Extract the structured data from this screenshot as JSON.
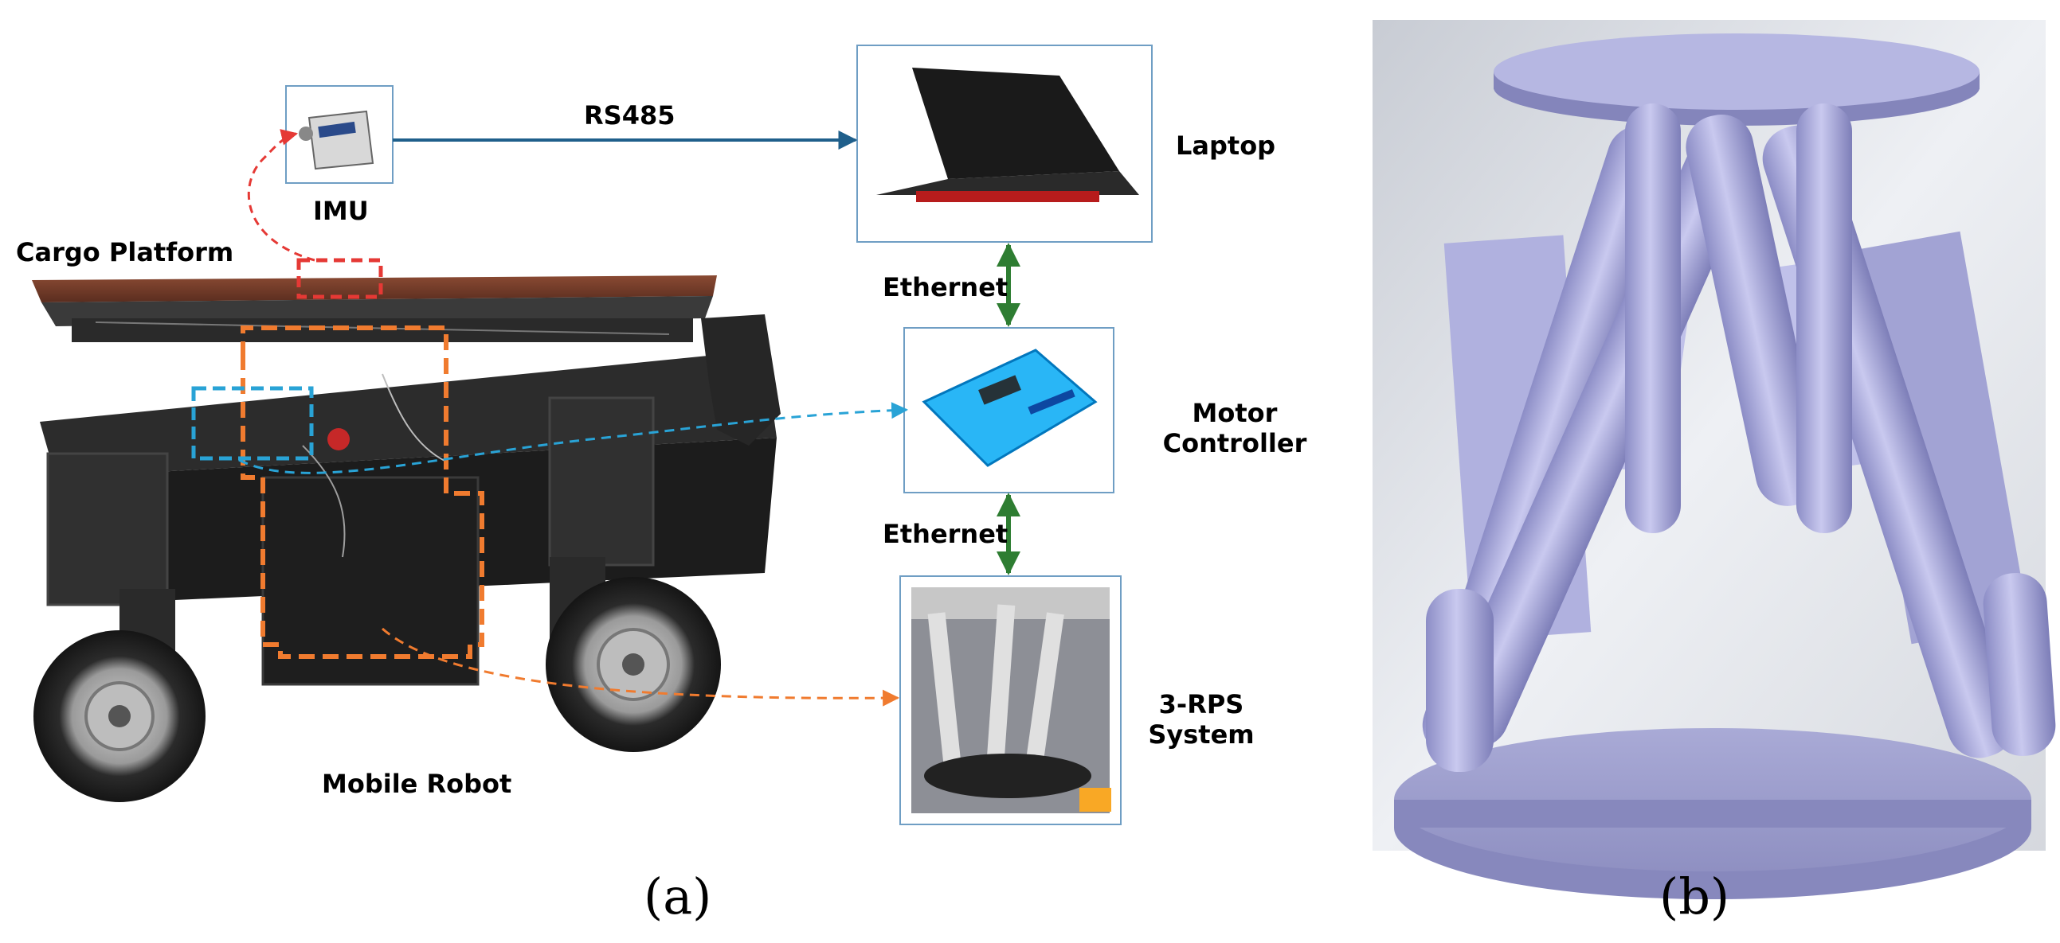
{
  "panel_a": {
    "caption": "(a)",
    "labels": {
      "imu": "IMU",
      "cargo_platform": "Cargo Platform",
      "rs485": "RS485",
      "laptop": "Laptop",
      "ethernet_top": "Ethernet",
      "motor_controller_1": "Motor",
      "motor_controller_2": "Controller",
      "ethernet_bottom": "Ethernet",
      "rps_1": "3-RPS",
      "rps_2": "System",
      "mobile_robot": "Mobile Robot"
    },
    "colors": {
      "rs485_arrow": "#1f5f8b",
      "ethernet_arrow": "#2e7d32",
      "imu_link": "#e53935",
      "motor_link": "#29a3d6",
      "rps_link": "#f07b2f",
      "box_border": "#6f9ec4"
    }
  },
  "panel_b": {
    "caption": "(b)"
  }
}
